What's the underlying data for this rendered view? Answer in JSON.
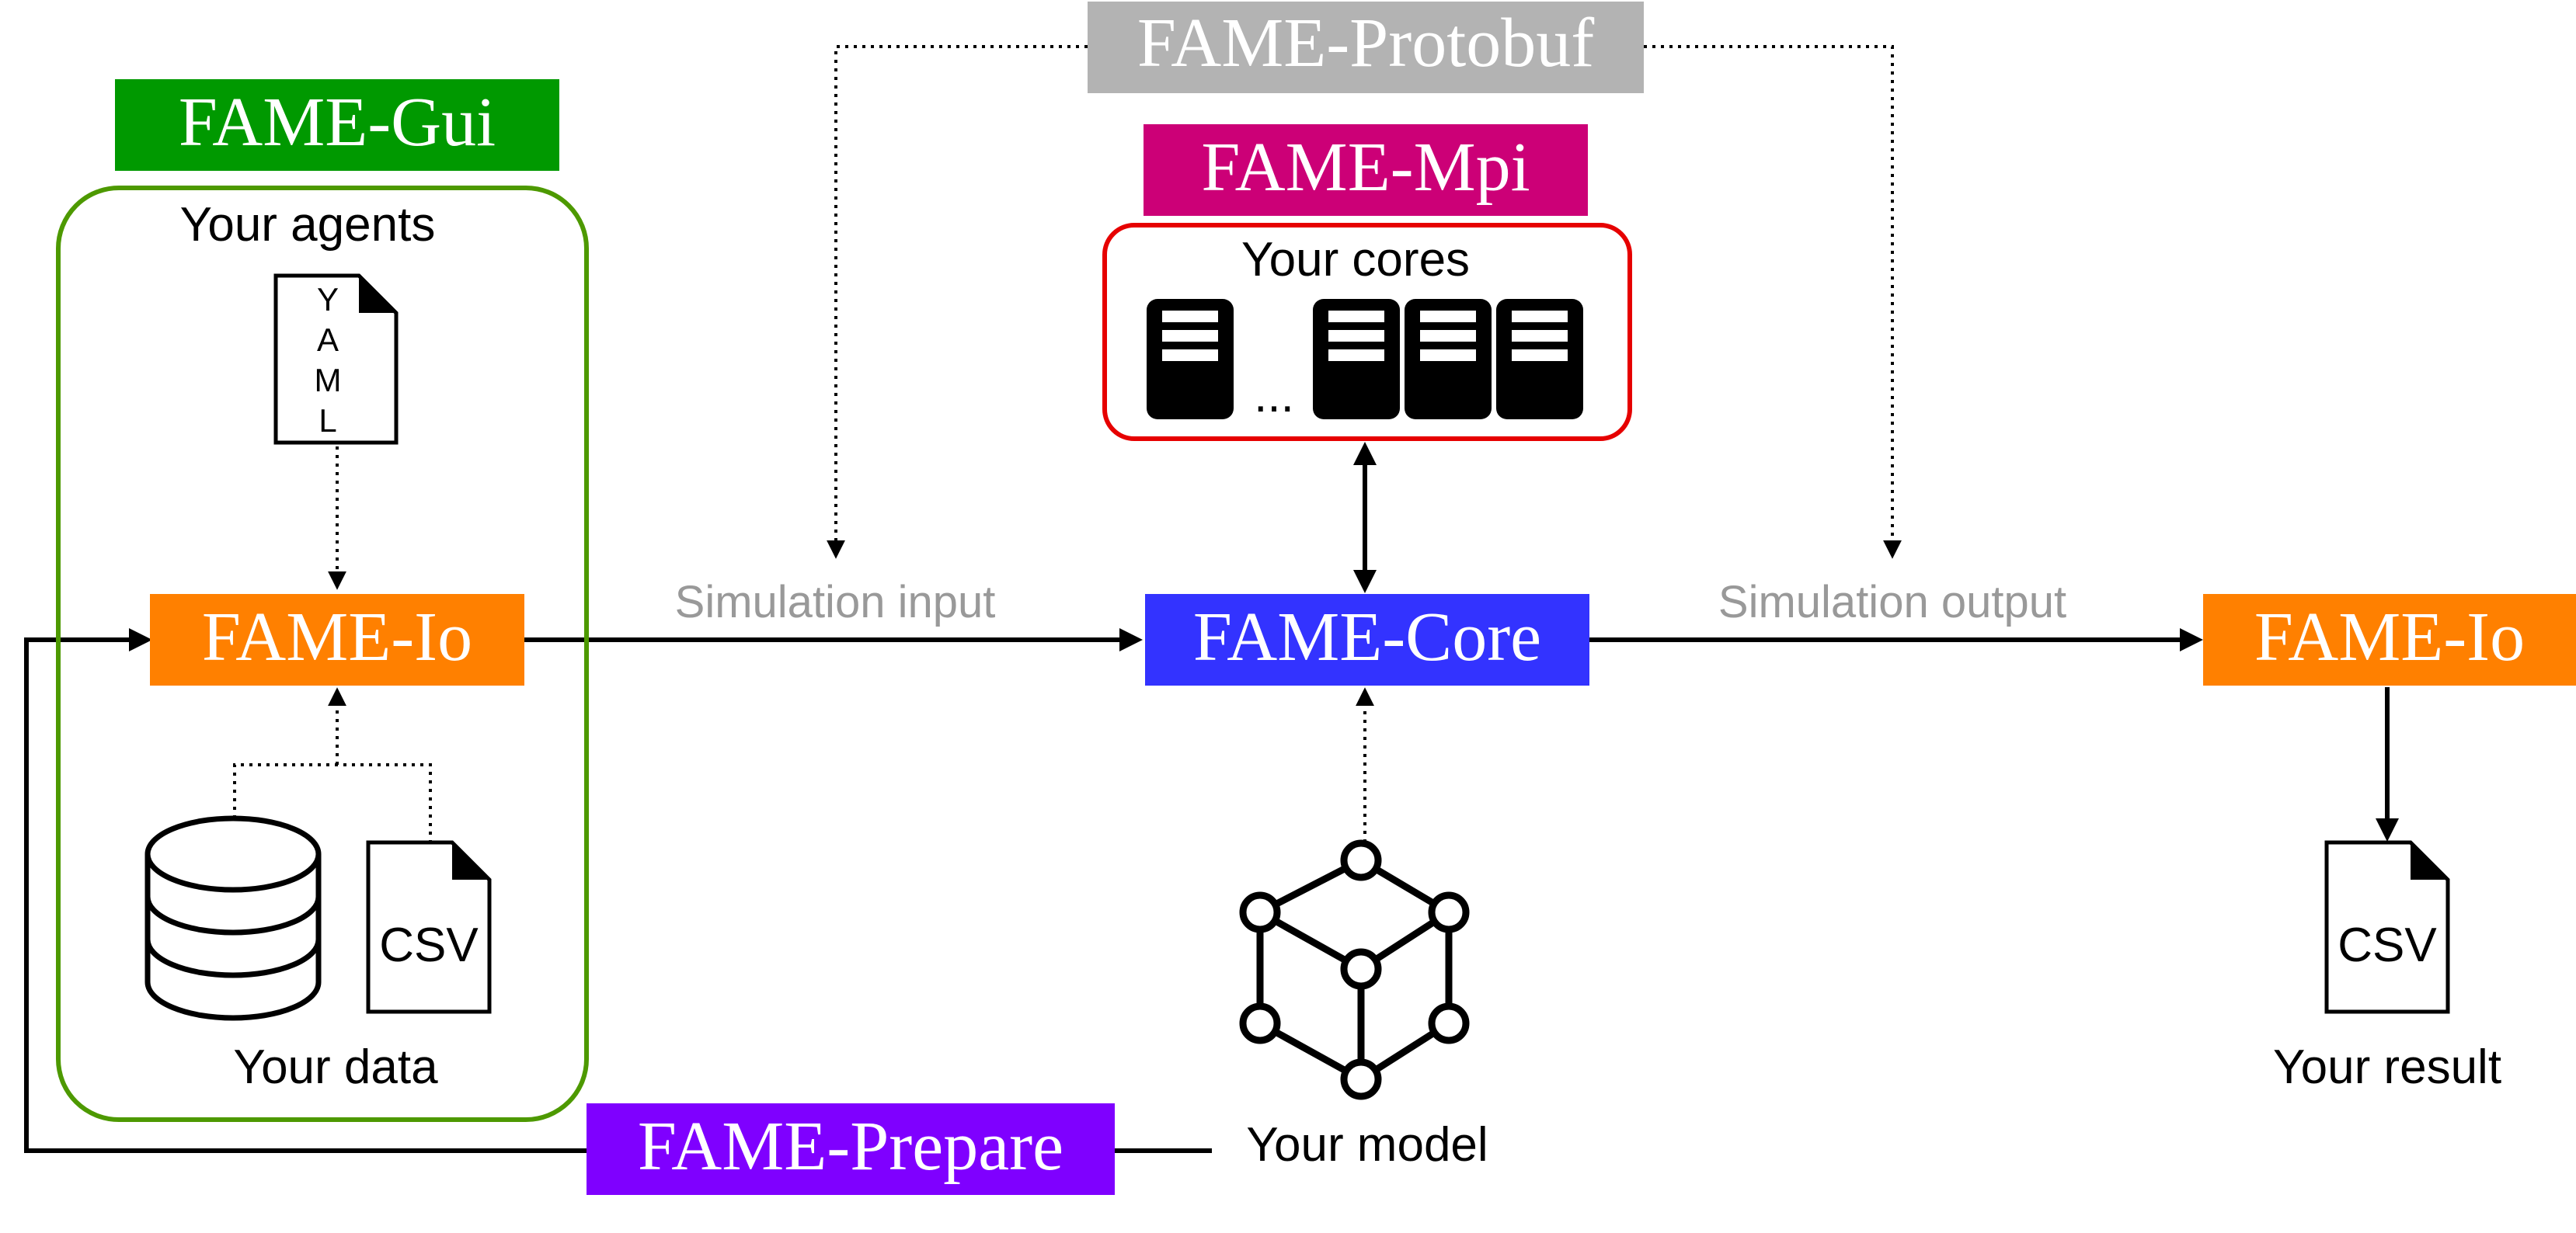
{
  "labels": {
    "protobuf": "FAME-Protobuf",
    "gui": "FAME-Gui",
    "mpi": "FAME-Mpi",
    "io_in": "FAME-Io",
    "core": "FAME-Core",
    "io_out": "FAME-Io",
    "prepare": "FAME-Prepare"
  },
  "text": {
    "your_agents": "Your agents",
    "your_cores": "Your cores",
    "ellipsis": "...",
    "your_data": "Your data",
    "your_model": "Your model",
    "your_result": "Your result",
    "simulation_input": "Simulation input",
    "simulation_output": "Simulation output"
  },
  "files": {
    "yaml_letters": [
      "Y",
      "A",
      "M",
      "L"
    ],
    "csv_in": "CSV",
    "csv_out": "CSV"
  },
  "colors": {
    "protobuf": "#b3b3b3",
    "gui": "#009900",
    "gui_border": "#4d9900",
    "mpi": "#cc0077",
    "mpi_border": "#e60000",
    "io": "#ff8000",
    "core": "#3333ff",
    "prepare": "#7f00ff",
    "caption_gray": "#999999"
  }
}
